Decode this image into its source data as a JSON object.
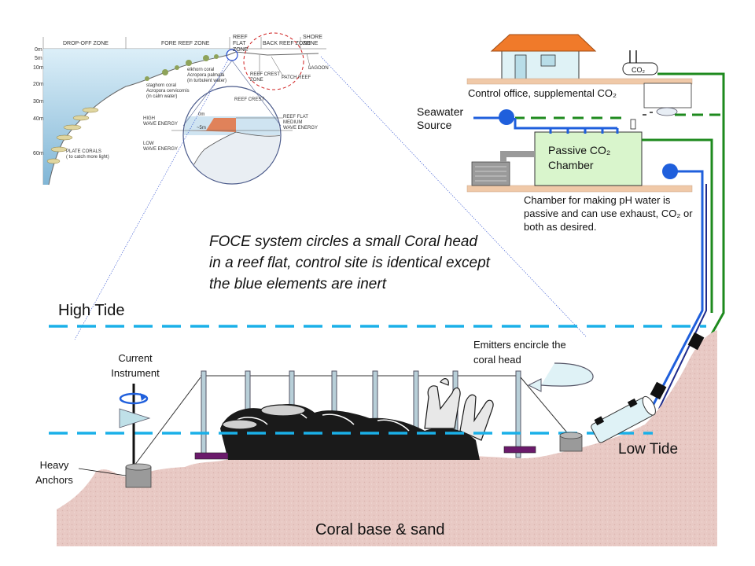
{
  "labels": {
    "control_office": "Control office, supplemental CO₂",
    "co2_tank": "CO₂",
    "seawater_source": "Seawater\nSource",
    "passive_chamber": "Passive CO₂\nChamber",
    "chamber_note": "Chamber for making pH water is passive and can use exhaust, CO₂ or both as desired.",
    "foce_note": "FOCE system circles a small Coral head in a reef flat, control site is identical except the blue elements are inert",
    "high_tide": "High Tide",
    "low_tide": "Low Tide",
    "current_instrument": "Current\nInstrument",
    "emitters": "Emitters encircle the\ncoral head",
    "heavy_anchors": "Heavy\nAnchors",
    "coral_base": "Coral base & sand"
  },
  "inset": {
    "zones": [
      "DROP-OFF ZONE",
      "FORE REEF ZONE",
      "REEF FLAT ZONE",
      "BACK REEF ZONE",
      "SHORE ZONE"
    ],
    "depths": [
      "0m",
      "5m",
      "10m",
      "20m",
      "30m",
      "40m",
      "60m"
    ],
    "notes": {
      "elkhorn": "elkhorn coral\nAcropora palmata\n(in turbulent water)",
      "staghorn": "staghorn coral\nAcropora cervicornis\n(in calm water)",
      "plate": "PLATE CORALS\n( to catch more light)",
      "reef_crest_top": "REEF CREST\nZONE",
      "patch_reef": "PATCH REEF",
      "lagoon": "LAGOON",
      "reef_crest_circle": "REEF CREST",
      "reef_flat_medium": "REEF FLAT\nMEDIUM\nWAVE ENERGY",
      "high_wave": "HIGH\nWAVE ENERGY",
      "low_wave": "LOW\nWAVE ENERGY",
      "zero_m": "0m",
      "five_m": "~5m"
    }
  },
  "colors": {
    "blue_pipe": "#1f5fdc",
    "green_pipe": "#1e8a1e",
    "water_line": "#1ab0e8",
    "sand": "#e8c9c4",
    "chamber": "#d9f5cc",
    "roof": "#f07a2a",
    "shelf": "#f0c9a8",
    "anchor_purple": "#6b1a6b"
  }
}
